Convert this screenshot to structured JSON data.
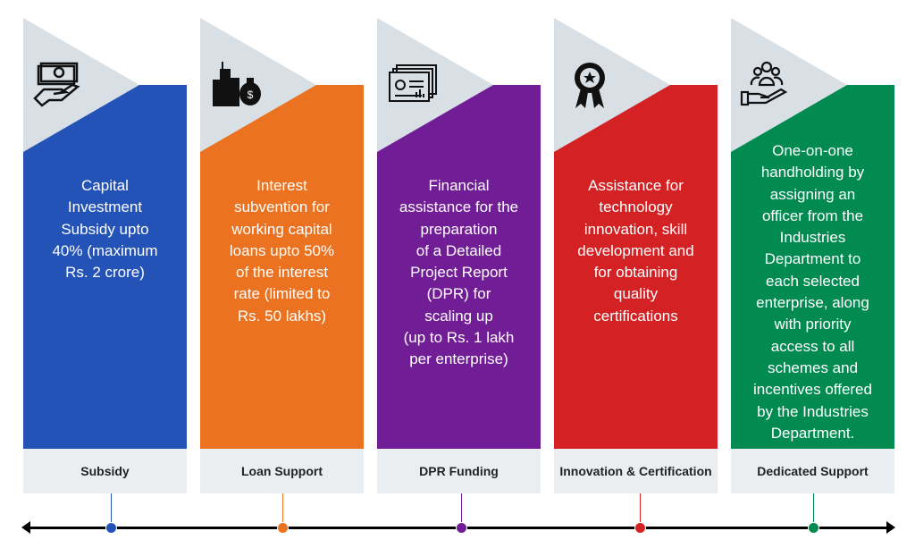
{
  "colors": {
    "subsidy": "#2453b8",
    "loan": "#ea7220",
    "dpr": "#711e96",
    "innovation": "#d42124",
    "dedicated": "#018b50"
  },
  "panels": [
    {
      "icon": "money-hand-icon",
      "text": [
        "Capital",
        "Investment",
        "Subsidy upto",
        "40% (maximum",
        "Rs. 2 crore)"
      ],
      "label": "Subsidy"
    },
    {
      "icon": "buildings-money-bag-icon",
      "text": [
        "Interest",
        "subvention for",
        "working capital",
        "loans upto 50%",
        "of the interest",
        "rate (limited to",
        "Rs. 50 lakhs)"
      ],
      "label": "Loan Support"
    },
    {
      "icon": "report-documents-icon",
      "text": [
        "Financial",
        "assistance for the",
        "preparation",
        "of a Detailed",
        "Project Report",
        "(DPR) for",
        "scaling up",
        "(up to Rs. 1 lakh",
        "per enterprise)"
      ],
      "label": "DPR Funding"
    },
    {
      "icon": "award-ribbon-icon",
      "text": [
        "Assistance for",
        "technology",
        "innovation, skill",
        "development and",
        "for obtaining",
        "quality",
        "certifications"
      ],
      "label": "Innovation & Certification"
    },
    {
      "icon": "people-hand-icon",
      "text": [
        "One-on-one",
        "handholding by",
        "assigning an",
        "officer from the",
        "Industries",
        "Department to",
        "each selected",
        "enterprise, along",
        "with priority",
        "access to all",
        "schemes and",
        "incentives offered",
        "by the Industries",
        "Department."
      ],
      "label": "Dedicated Support"
    }
  ]
}
